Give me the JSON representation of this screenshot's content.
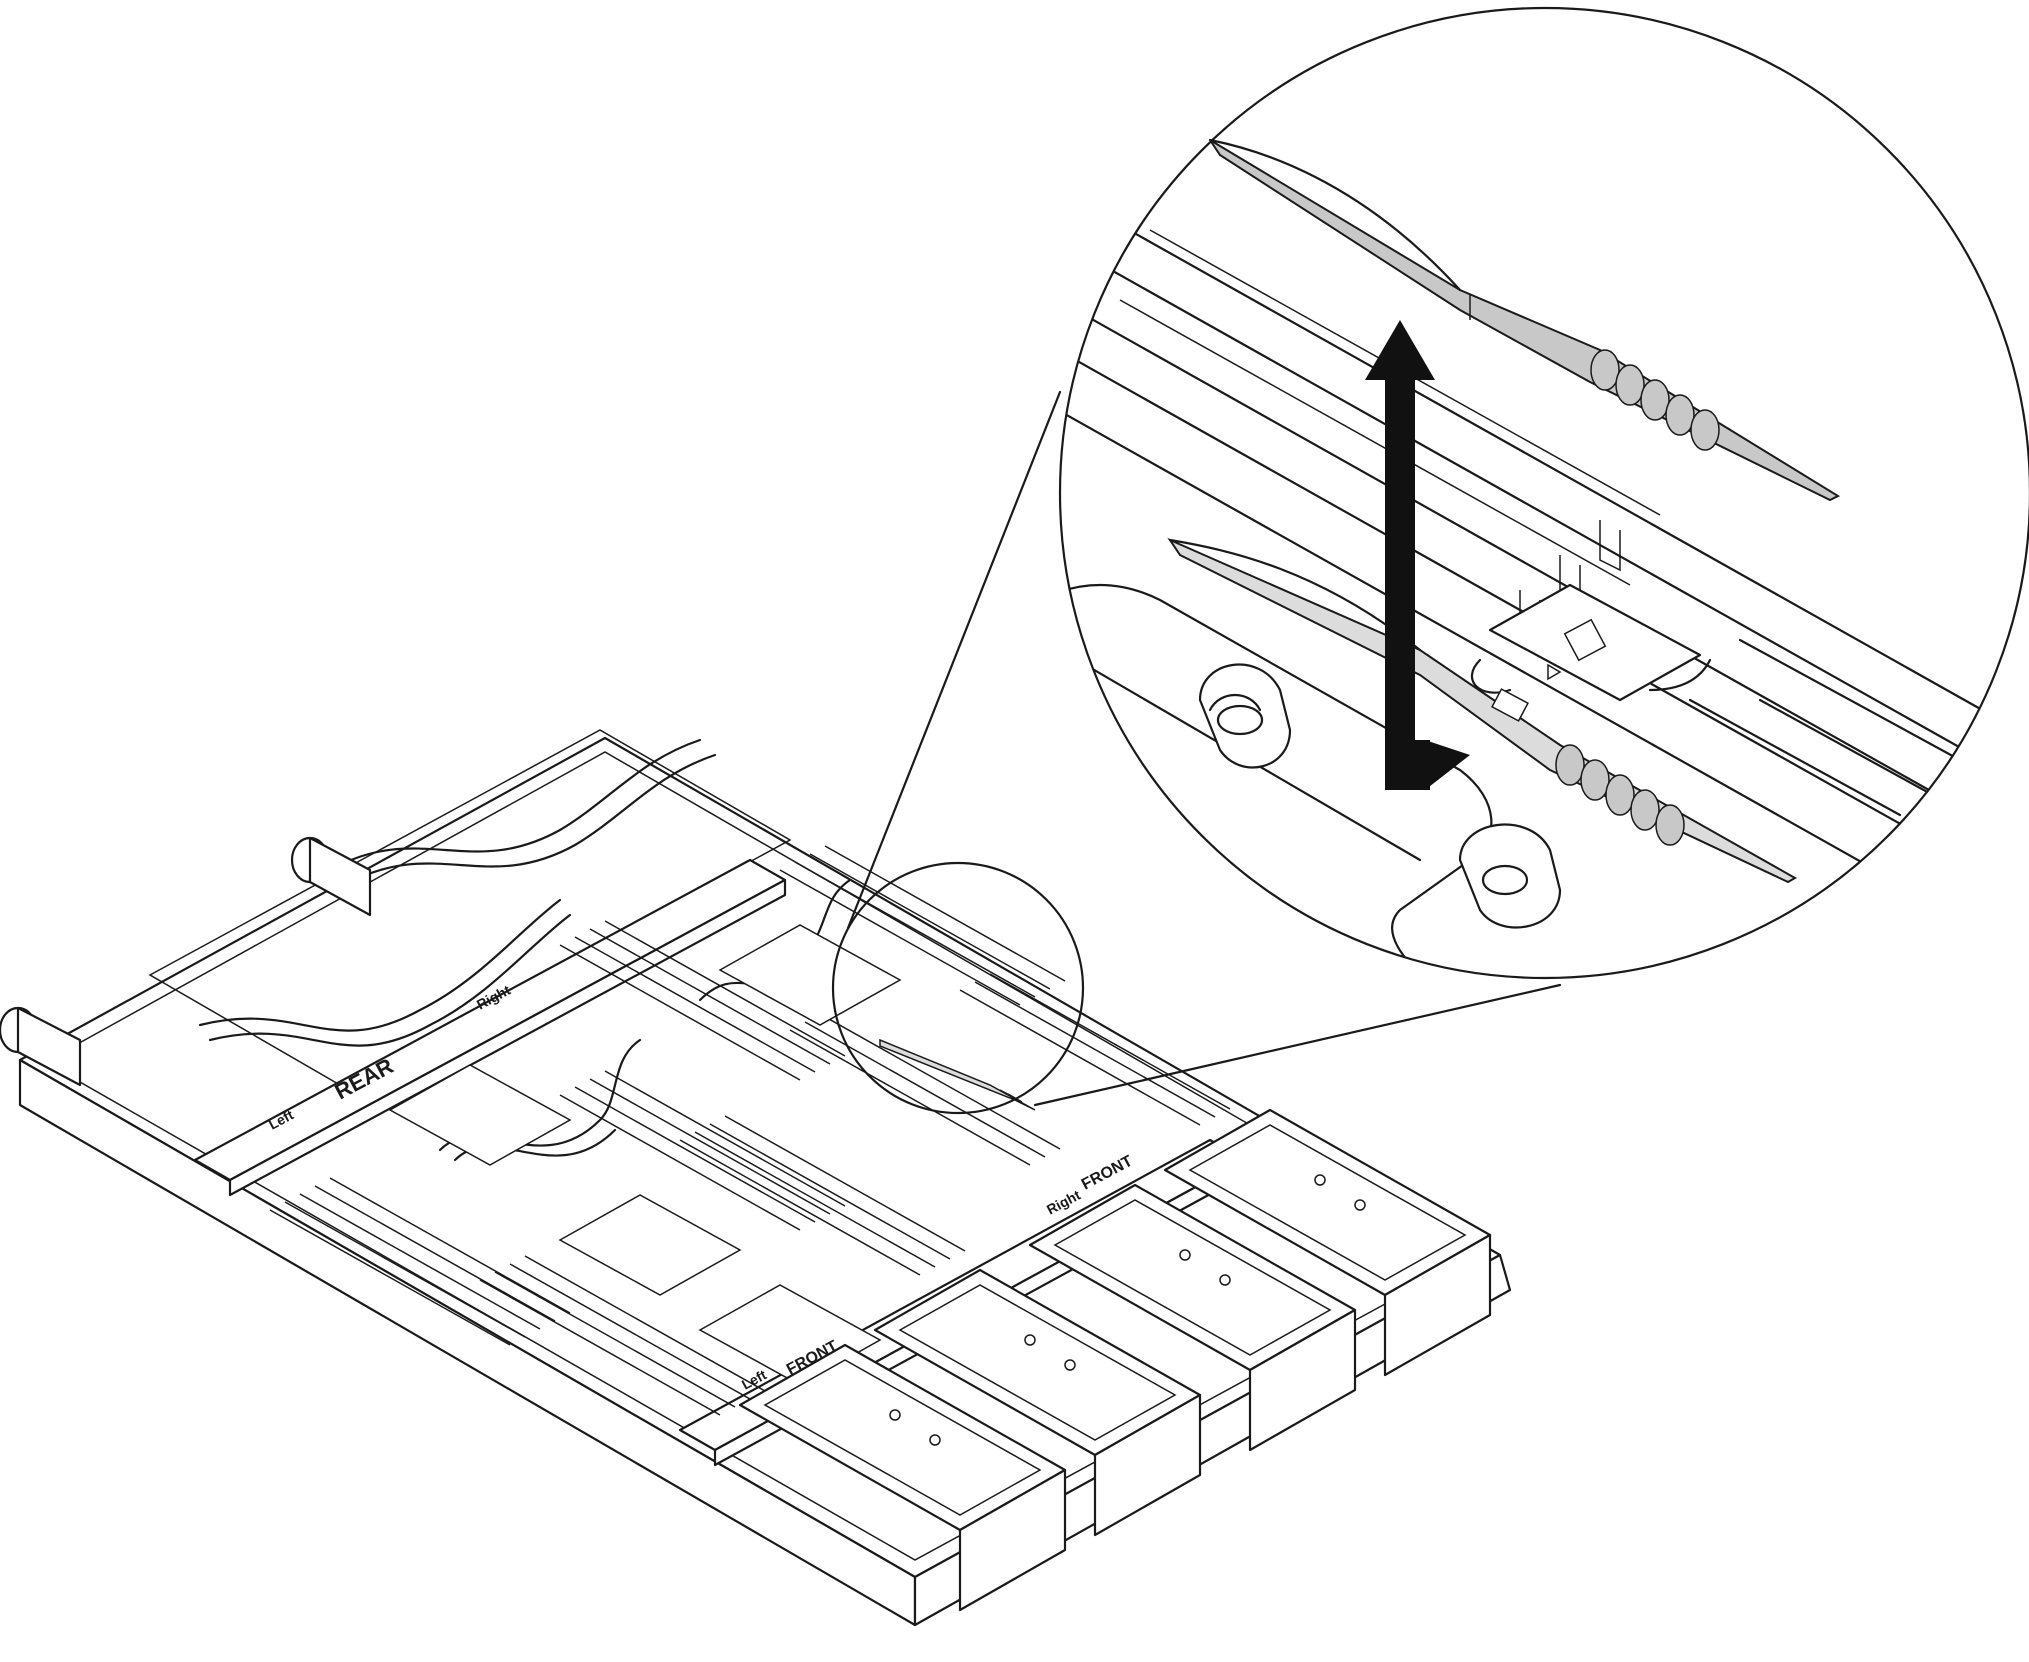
{
  "figure": {
    "labels": {
      "rear": "REAR",
      "front_upper": "FRONT",
      "front_lower": "FRONT",
      "right_upper": "Right",
      "right_middle": "Right",
      "left_upper": "Left",
      "left_lower": "Left"
    },
    "colors": {
      "line": "#1a1a1a",
      "tool_fill": "#c8c8c8",
      "tool_fill_light": "#dcdcdc",
      "arrow": "#111111",
      "background": "#ffffff"
    },
    "icons": {
      "arrow": "double-headed-vertical-arrow",
      "tool": "spudger",
      "chip": "processor-icon"
    }
  }
}
